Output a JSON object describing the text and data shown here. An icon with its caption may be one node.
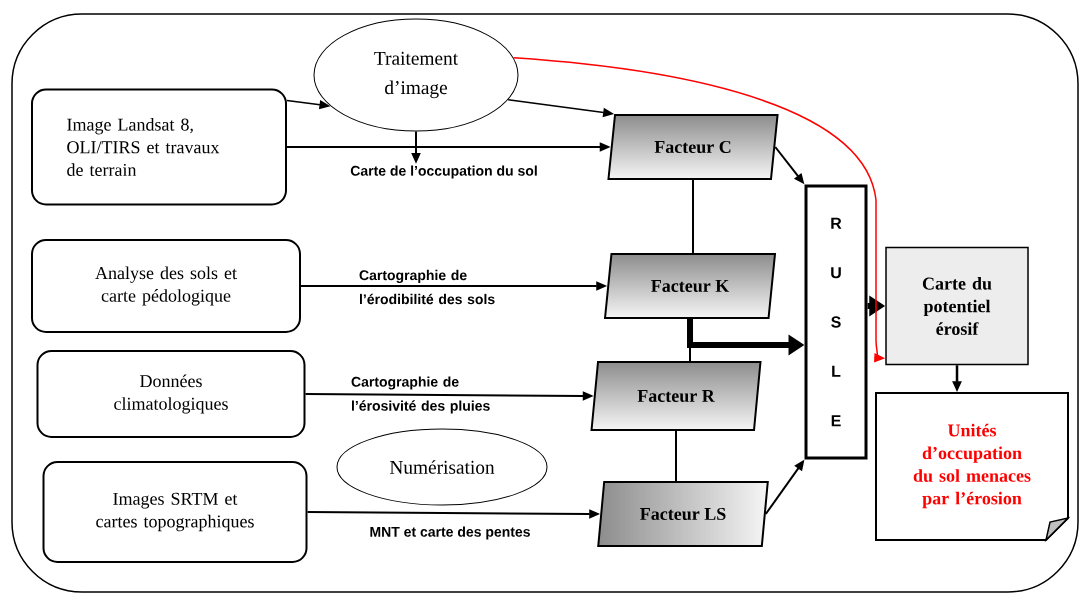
{
  "diagram": {
    "nodes": [
      {
        "text": [],
        "shape": "box"
      },
      {
        "text": [
          "Traitement d’image"
        ],
        "in": 0
      },
      {
        "text": [
          "Image Landsat 8, OLI/TIRS et travaux de terrain"
        ],
        "in": 0
      },
      {
        "text": [
          "Facteur C"
        ],
        "in": 0
      },
      {
        "text": [
          "Carte de l’occupation du sol"
        ],
        "in": 0
      },
      {
        "text": [
          "Analyse des sols et carte pédologique"
        ],
        "in": 0
      },
      {
        "text": [
          "Facteur K"
        ],
        "in": 0
      },
      {
        "text": [
          "Données climatologiques"
        ],
        "in": 0
      },
      {
        "text": [
          "Facteur R"
        ],
        "in": 0
      },
      {
        "text": [
          "Numérisation"
        ],
        "in": 0
      },
      {
        "text": [
          "Images SRTM et cartes topographiques"
        ],
        "in": 0
      },
      {
        "text": [
          "Facteur LS"
        ],
        "in": 0
      },
      {
        "text": [
          "R U S L E"
        ],
        "in": 0
      },
      {
        "text": [
          "Carte du potentiel érosif"
        ],
        "in": 0
      },
      {
        "text": [
          "Unités d’occupation du sol menaces par l’érosion"
        ],
        "in": 0
      }
    ],
    "edges": [
      {
        "from": 2,
        "to": 1,
        "arrow": "to"
      },
      {
        "from": 1,
        "to": 3,
        "arrow": "to"
      },
      {
        "from": 2,
        "to": 3,
        "arrow": "to"
      },
      {
        "from": 1,
        "to": 4,
        "arrow": "to"
      },
      {
        "from": 5,
        "to": 6,
        "arrow": "to",
        "label": "Cartographie de l’érodibilité des sols"
      },
      {
        "from": 7,
        "to": 8,
        "arrow": "to",
        "label": "Cartographie de l’érosivité des pluies"
      },
      {
        "from": 10,
        "to": 11,
        "arrow": "to",
        "label": "MNT et carte des pentes"
      },
      {
        "from": 3,
        "to": 12,
        "arrow": "to"
      },
      {
        "from": 3,
        "to": 6,
        "arrow": "none"
      },
      {
        "from": 6,
        "to": 8,
        "arrow": "none"
      },
      {
        "from": 6,
        "to": 12,
        "arrow": "to",
        "style": "thick"
      },
      {
        "from": 8,
        "to": 11,
        "arrow": "none"
      },
      {
        "from": 11,
        "to": 12,
        "arrow": "to"
      },
      {
        "from": 12,
        "to": 13,
        "arrow": "to",
        "style": "thick"
      },
      {
        "from": 13,
        "to": 14,
        "arrow": "to"
      },
      {
        "from": 1,
        "to": 13,
        "arrow": "to",
        "color": "#ff0000"
      }
    ]
  }
}
